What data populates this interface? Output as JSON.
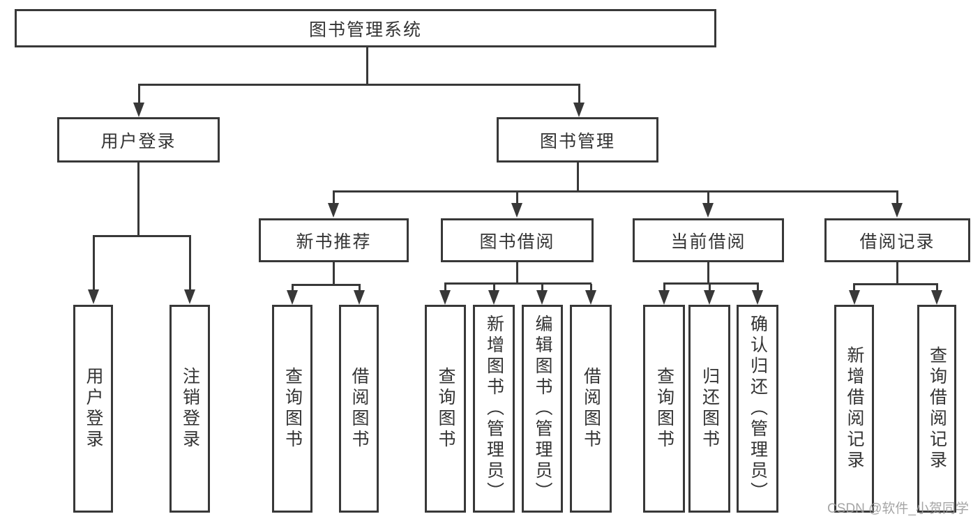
{
  "diagram": {
    "root": "图书管理系统",
    "branches": [
      {
        "label": "用户登录",
        "children": [
          "用户登录",
          "注销登录"
        ]
      },
      {
        "label": "图书管理",
        "children": [
          {
            "label": "新书推荐",
            "children": [
              "查询图书",
              "借阅图书"
            ]
          },
          {
            "label": "图书借阅",
            "children": [
              "查询图书",
              "新增图书（管理员）",
              "编辑图书（管理员）",
              "借阅图书"
            ]
          },
          {
            "label": "当前借阅",
            "children": [
              "查询图书",
              "归还图书",
              "确认归还（管理员）"
            ]
          },
          {
            "label": "借阅记录",
            "children": [
              "新增借阅记录",
              "查询借阅记录"
            ]
          }
        ]
      }
    ]
  },
  "watermark": "CSDN @软件_小贺同学",
  "colors": {
    "line": "#383838",
    "text": "#333333",
    "watermark": "#9c9c9c",
    "background": "#ffffff"
  }
}
